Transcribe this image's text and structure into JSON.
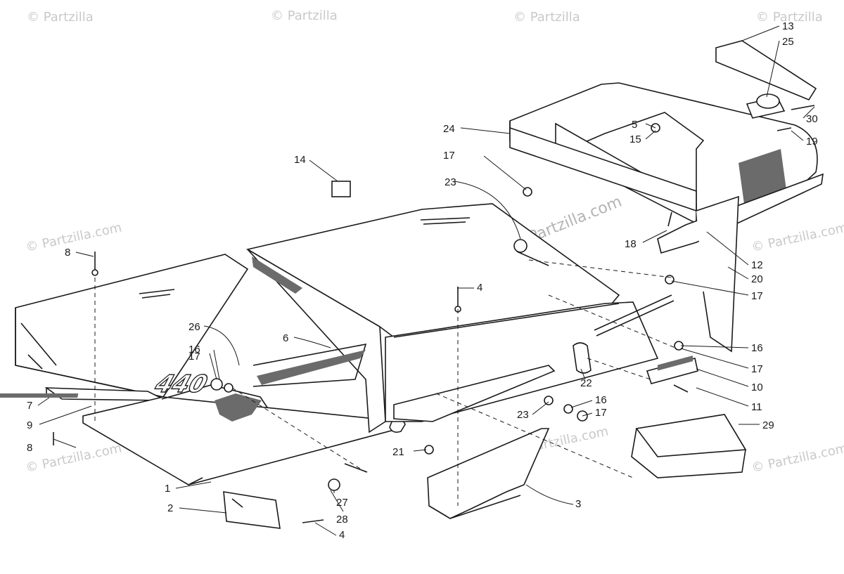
{
  "watermark": {
    "text": "© Partzilla",
    "text_full": "© Partzilla.com",
    "text_center": "Partzilla.com"
  },
  "decal_text": "440",
  "callouts": [
    {
      "id": "c1",
      "label": "1"
    },
    {
      "id": "c2",
      "label": "2"
    },
    {
      "id": "c3",
      "label": "3"
    },
    {
      "id": "c4a",
      "label": "4"
    },
    {
      "id": "c4b",
      "label": "4"
    },
    {
      "id": "c5",
      "label": "5"
    },
    {
      "id": "c6",
      "label": "6"
    },
    {
      "id": "c7",
      "label": "7"
    },
    {
      "id": "c8a",
      "label": "8"
    },
    {
      "id": "c8b",
      "label": "8"
    },
    {
      "id": "c9",
      "label": "9"
    },
    {
      "id": "c10",
      "label": "10"
    },
    {
      "id": "c11",
      "label": "11"
    },
    {
      "id": "c12",
      "label": "12"
    },
    {
      "id": "c13",
      "label": "13"
    },
    {
      "id": "c14",
      "label": "14"
    },
    {
      "id": "c15",
      "label": "15"
    },
    {
      "id": "c16a",
      "label": "16"
    },
    {
      "id": "c16b",
      "label": "16"
    },
    {
      "id": "c16c",
      "label": "16"
    },
    {
      "id": "c17a",
      "label": "17"
    },
    {
      "id": "c17b",
      "label": "17"
    },
    {
      "id": "c17c",
      "label": "17"
    },
    {
      "id": "c17d",
      "label": "17"
    },
    {
      "id": "c17e",
      "label": "17"
    },
    {
      "id": "c18",
      "label": "18"
    },
    {
      "id": "c19",
      "label": "19"
    },
    {
      "id": "c20",
      "label": "20"
    },
    {
      "id": "c21",
      "label": "21"
    },
    {
      "id": "c22",
      "label": "22"
    },
    {
      "id": "c23a",
      "label": "23"
    },
    {
      "id": "c23b",
      "label": "23"
    },
    {
      "id": "c24",
      "label": "24"
    },
    {
      "id": "c25",
      "label": "25"
    },
    {
      "id": "c26",
      "label": "26"
    },
    {
      "id": "c27",
      "label": "27"
    },
    {
      "id": "c28",
      "label": "28"
    },
    {
      "id": "c29",
      "label": "29"
    },
    {
      "id": "c30",
      "label": "30"
    }
  ]
}
